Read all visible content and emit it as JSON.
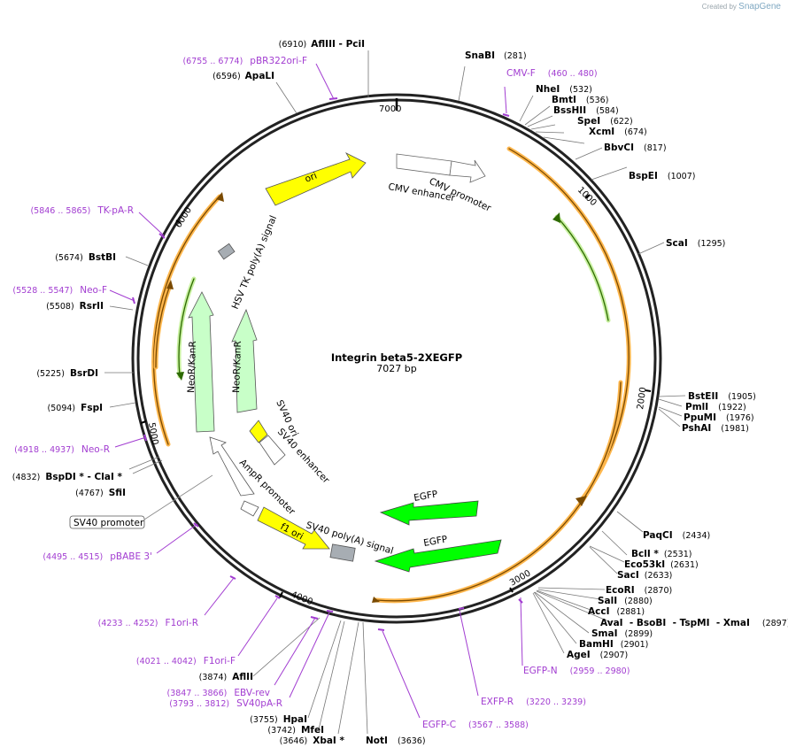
{
  "app": {
    "credit_prefix": "Created by",
    "credit_brand": "SnapGene"
  },
  "plasmid": {
    "name": "Integrin beta5-2XEGFP",
    "length_label": "7027 bp",
    "length": 7027
  },
  "ticks": [
    "1000",
    "2000",
    "3000",
    "4000",
    "5000",
    "6000",
    "7000"
  ],
  "colors": {
    "primer": "#a23dd1",
    "ori": "#ffff00",
    "egfp": "#00ff00",
    "neo": "#c8ffc8",
    "orf": "#ffb74d",
    "backbone": "#222222"
  },
  "enzymes": [
    {
      "name": "AflIII  - PciI",
      "pos": "(6910)"
    },
    {
      "name": "ApaLI",
      "pos": "(6596)"
    },
    {
      "name": "SnaBI",
      "pos": "(281)"
    },
    {
      "name": "NheI",
      "pos": "(532)"
    },
    {
      "name": "BmtI",
      "pos": "(536)"
    },
    {
      "name": "BssHII",
      "pos": "(584)"
    },
    {
      "name": "SpeI",
      "pos": "(622)"
    },
    {
      "name": "XcmI",
      "pos": "(674)"
    },
    {
      "name": "BbvCI",
      "pos": "(817)"
    },
    {
      "name": "BspEI",
      "pos": "(1007)"
    },
    {
      "name": "ScaI",
      "pos": "(1295)"
    },
    {
      "name": "BstEII",
      "pos": "(1905)"
    },
    {
      "name": "PmlI",
      "pos": "(1922)"
    },
    {
      "name": "PpuMI",
      "pos": "(1976)"
    },
    {
      "name": "PshAI",
      "pos": "(1981)"
    },
    {
      "name": "PaqCI",
      "pos": "(2434)"
    },
    {
      "name": "BclI *",
      "pos": "(2531)"
    },
    {
      "name": "Eco53kI",
      "pos": "(2631)"
    },
    {
      "name": "SacI",
      "pos": "(2633)"
    },
    {
      "name": "EcoRI",
      "pos": "(2870)"
    },
    {
      "name": "SalI",
      "pos": "(2880)"
    },
    {
      "name": "AccI",
      "pos": "(2881)"
    },
    {
      "name": "AvaI  - BsoBI  - TspMI  - XmaI",
      "pos": "(2897)"
    },
    {
      "name": "SmaI",
      "pos": "(2899)"
    },
    {
      "name": "BamHI",
      "pos": "(2901)"
    },
    {
      "name": "AgeI",
      "pos": "(2907)"
    },
    {
      "name": "NotI",
      "pos": "(3636)"
    },
    {
      "name": "XbaI *",
      "pos": "(3646)"
    },
    {
      "name": "MfeI",
      "pos": "(3742)"
    },
    {
      "name": "HpaI",
      "pos": "(3755)"
    },
    {
      "name": "AflII",
      "pos": "(3874)"
    },
    {
      "name": "SfiI",
      "pos": "(4767)"
    },
    {
      "name": "BspDI *  - ClaI *",
      "pos": "(4832)"
    },
    {
      "name": "FspI",
      "pos": "(5094)"
    },
    {
      "name": "BsrDI",
      "pos": "(5225)"
    },
    {
      "name": "RsrII",
      "pos": "(5508)"
    },
    {
      "name": "BstBI",
      "pos": "(5674)"
    }
  ],
  "primers": [
    {
      "name": "pBR322ori-F",
      "pos": "(6755 .. 6774)"
    },
    {
      "name": "CMV-F",
      "pos": "(460 .. 480)"
    },
    {
      "name": "TK-pA-R",
      "pos": "(5846 .. 5865)"
    },
    {
      "name": "Neo-F",
      "pos": "(5528 .. 5547)"
    },
    {
      "name": "Neo-R",
      "pos": "(4918 .. 4937)"
    },
    {
      "name": "pBABE 3'",
      "pos": "(4495 .. 4515)"
    },
    {
      "name": "F1ori-R",
      "pos": "(4233 .. 4252)"
    },
    {
      "name": "F1ori-F",
      "pos": "(4021 .. 4042)"
    },
    {
      "name": "EBV-rev",
      "pos": "(3847 .. 3866)"
    },
    {
      "name": "SV40pA-R",
      "pos": "(3793 .. 3812)"
    },
    {
      "name": "EGFP-C",
      "pos": "(3567 .. 3588)"
    },
    {
      "name": "EXFP-R",
      "pos": "(3220 .. 3239)"
    },
    {
      "name": "EGFP-N",
      "pos": "(2959 .. 2980)"
    }
  ],
  "features": [
    {
      "name": "ori"
    },
    {
      "name": "CMV enhancer"
    },
    {
      "name": "CMV promoter"
    },
    {
      "name": "HSV TK poly(A) signal"
    },
    {
      "name": "NeoR/KanR"
    },
    {
      "name": "NeoR/KanR"
    },
    {
      "name": "SV40 ori"
    },
    {
      "name": "SV40 enhancer"
    },
    {
      "name": "AmpR promoter"
    },
    {
      "name": "f1 ori"
    },
    {
      "name": "SV40 poly(A) signal"
    },
    {
      "name": "EGFP"
    },
    {
      "name": "EGFP"
    },
    {
      "name": "SV40 promoter"
    }
  ]
}
